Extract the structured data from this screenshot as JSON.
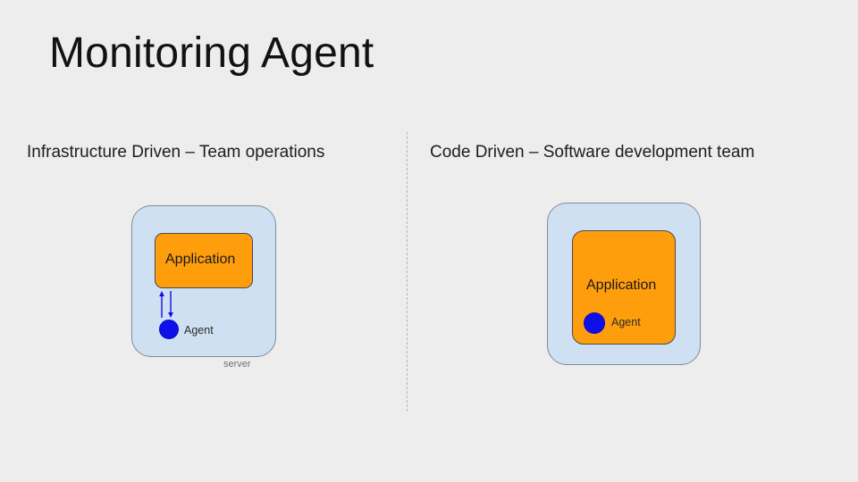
{
  "slide": {
    "title": "Monitoring Agent",
    "background_color": "#ededed",
    "title_color": "#121212"
  },
  "divider": {
    "style": "dashed",
    "color": "#b6b6b6"
  },
  "columns": [
    {
      "id": "infrastructure-driven",
      "heading": "Infrastructure Driven – Team operations",
      "diagram": {
        "container": {
          "caption": "server",
          "fill_color": "#cfe0f2",
          "border_color": "#7f8c99"
        },
        "application": {
          "label": "Application",
          "fill_color": "#ff9e0d",
          "border_color": "#4a4a4a"
        },
        "agent": {
          "label": "Agent",
          "color": "#0f0fe8",
          "placement": "outside-application"
        },
        "arrows": {
          "up_label": "up-arrow",
          "down_label": "down-arrow",
          "color": "#0f0fe8"
        }
      }
    },
    {
      "id": "code-driven",
      "heading": "Code Driven – Software development team",
      "diagram": {
        "container": {
          "caption": "",
          "fill_color": "#cfe0f2",
          "border_color": "#7f8c99"
        },
        "application": {
          "label": "Application",
          "fill_color": "#ff9e0d",
          "border_color": "#4a4a4a"
        },
        "agent": {
          "label": "Agent",
          "color": "#0f0fe8",
          "placement": "inside-application"
        }
      }
    }
  ]
}
